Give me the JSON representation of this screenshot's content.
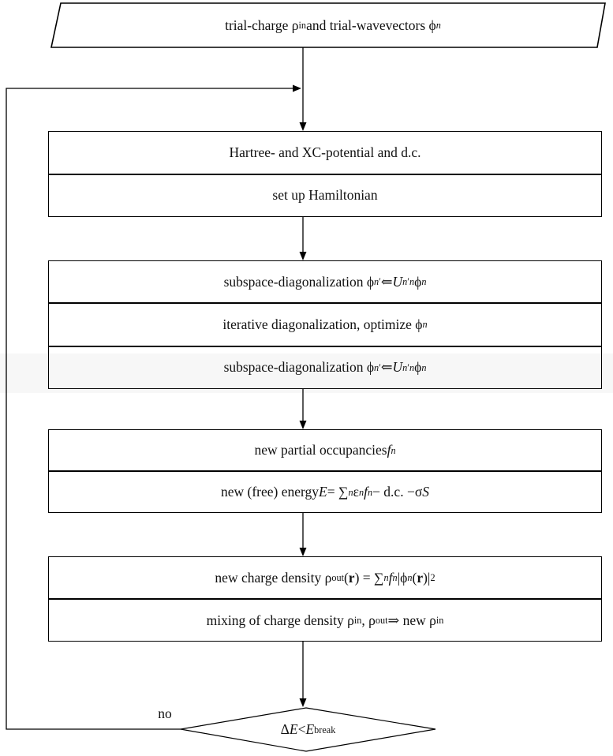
{
  "page": {
    "background_color": "#ffffff",
    "line_color": "#000000",
    "band_color": "#f7f7f7"
  },
  "flowchart": {
    "start": {
      "label": "trial-charge ρ<sub>in</sub> and trial-wavevectors ϕ<sub><i>n</i></sub>"
    },
    "boxes": [
      {
        "rows": [
          "Hartree- and XC-potential and d.c.",
          "set up Hamiltonian"
        ]
      },
      {
        "rows": [
          "subspace-diagonalization ϕ<sub><i>n</i>′</sub> ⇐ <i>U</i><sub><i>n</i>′<i>n</i></sub>ϕ<sub><i>n</i></sub>",
          "iterative diagonalization, optimize ϕ<sub><i>n</i></sub>",
          "subspace-diagonalization ϕ<sub><i>n</i>′</sub> ⇐ <i>U</i><sub><i>n</i>′<i>n</i></sub>ϕ<sub><i>n</i></sub>"
        ]
      },
      {
        "rows": [
          "new partial occupancies <i>f</i><sub><i>n</i></sub>",
          "new (free) energy <i>E</i> = ∑<sub><i>n</i></sub> ε<sub><i>n</i></sub><i>f</i><sub><i>n</i></sub> − d.c. −σ<i>S</i>"
        ]
      },
      {
        "rows": [
          "new charge density ρ<sub>out</sub>(<b>r</b>) = ∑<sub><i>n</i></sub> <i>f</i><sub><i>n</i></sub>|ϕ<sub><i>n</i></sub>(<b>r</b>)|<sup>2</sup>",
          "mixing of charge density ρ<sub>in</sub>, ρ<sub>out</sub> ⇒ new ρ<sub>in</sub>"
        ]
      }
    ],
    "decision": {
      "label": "Δ<i>E</i> &lt; <i>E</i><sub>break</sub>",
      "no_label": "no"
    }
  }
}
